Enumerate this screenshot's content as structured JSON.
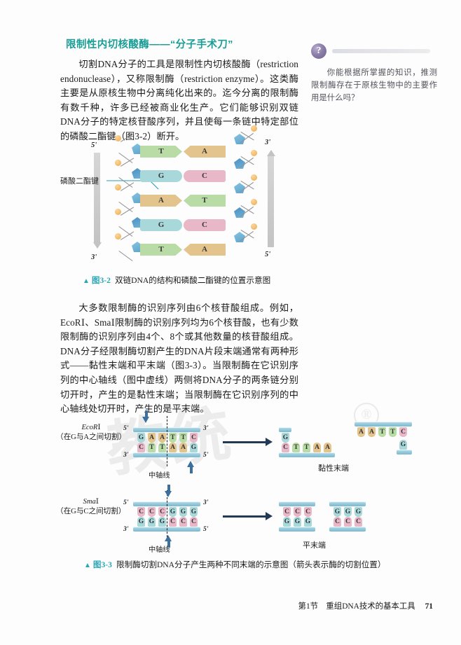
{
  "heading": "限制性内切核酸酶——“分子手术刀”",
  "paragraphs": [
    "切割DNA分子的工具是限制性内切核酸酶（restriction endonuclease），又称限制酶（restriction enzyme）。这类酶主要是从原核生物中分离纯化出来的。迄今分离的限制酶有数千种，许多已经被商业化生产。它们能够识别双链DNA分子的特定核苷酸序列，并且使每一条链中特定部位的磷酸二酯键（图3-2）断开。",
    "大多数限制酶的识别序列由6个核苷酸组成。例如，EcoRⅠ、SmaⅠ限制酶的识别序列均为6个核苷酸，也有少数限制酶的识别序列由4个、8个或其他数量的核苷酸组成。DNA分子经限制酶切割产生的DNA片段末端通常有两种形式——黏性末端和平末端（图3-3）。当限制酶在它识别序列的中心轴线（图中虚线）两侧将DNA分子的两条链分别切开时，产生的是黏性末端；当限制酶在它识别序列的中心轴线处切开时，产生的是平末端。"
  ],
  "sidebar": {
    "icon": "question-mark-icon",
    "text": "你能根据所掌握的知识，推测限制酶存在于原核生物中的主要作用是什么吗？"
  },
  "figure32": {
    "marker": "▲",
    "number": "图3-2",
    "caption": "双链DNA的结构和磷酸二酯键的位置示意图",
    "callout_label": "磷酸二酯键",
    "left_top_prime": "5'",
    "left_bottom_prime": "3'",
    "right_top_prime": "3'",
    "right_bottom_prime": "5'",
    "base_pairs": [
      {
        "left": "T",
        "right": "A"
      },
      {
        "left": "G",
        "right": "C"
      },
      {
        "left": "A",
        "right": "T"
      },
      {
        "left": "G",
        "right": "C"
      },
      {
        "left": "T",
        "right": "A"
      }
    ]
  },
  "figure33": {
    "marker": "▲",
    "number": "图3-3",
    "caption": "限制酶切割DNA分子产生两种不同末端的示意图（箭头表示酶的切割位置）",
    "axis_label": "中轴线",
    "rows": [
      {
        "enzyme": "EcoR",
        "enzyme_roman": "Ⅰ",
        "cut_note": "（在G与A之间切割）",
        "top_strand": [
          "G",
          "A",
          "A",
          "T",
          "T",
          "C"
        ],
        "bottom_strand": [
          "C",
          "T",
          "T",
          "A",
          "A",
          "G"
        ],
        "left_top_prime": "5'",
        "left_bottom_prime": "3'",
        "right_top_prime": "3'",
        "right_bottom_prime": "5'",
        "product_label": "黏性末端",
        "product_left_top": [
          "G"
        ],
        "product_left_bottom": [
          "C",
          "T",
          "T",
          "A",
          "A"
        ],
        "product_right_top": [
          "A",
          "A",
          "T",
          "T",
          "C"
        ],
        "product_right_bottom": [
          "G"
        ]
      },
      {
        "enzyme": "Sma",
        "enzyme_roman": "Ⅰ",
        "cut_note": "（在G与C之间切割）",
        "top_strand": [
          "C",
          "C",
          "C",
          "G",
          "G",
          "G"
        ],
        "bottom_strand": [
          "G",
          "G",
          "G",
          "C",
          "C",
          "C"
        ],
        "left_top_prime": "5'",
        "left_bottom_prime": "3'",
        "right_top_prime": "3'",
        "right_bottom_prime": "5'",
        "product_label": "平末端",
        "product_left_top": [
          "C",
          "C",
          "C"
        ],
        "product_left_bottom": [
          "G",
          "G",
          "G"
        ],
        "product_right_top": [
          "G",
          "G",
          "G"
        ],
        "product_right_bottom": [
          "C",
          "C",
          "C"
        ]
      }
    ]
  },
  "footer": {
    "section": "第1节　重组DNA技术的基本工具",
    "page": "71"
  },
  "colors": {
    "heading": "#1a9e96",
    "accent": "#2aa7b5",
    "base_T": "#b9dba5",
    "base_A": "#e3c48d",
    "base_G": "#a8d8da",
    "base_C": "#e8b7c8",
    "backbone": "#97cbdd"
  },
  "watermark": {
    "text": "教统",
    "mark": "®"
  }
}
